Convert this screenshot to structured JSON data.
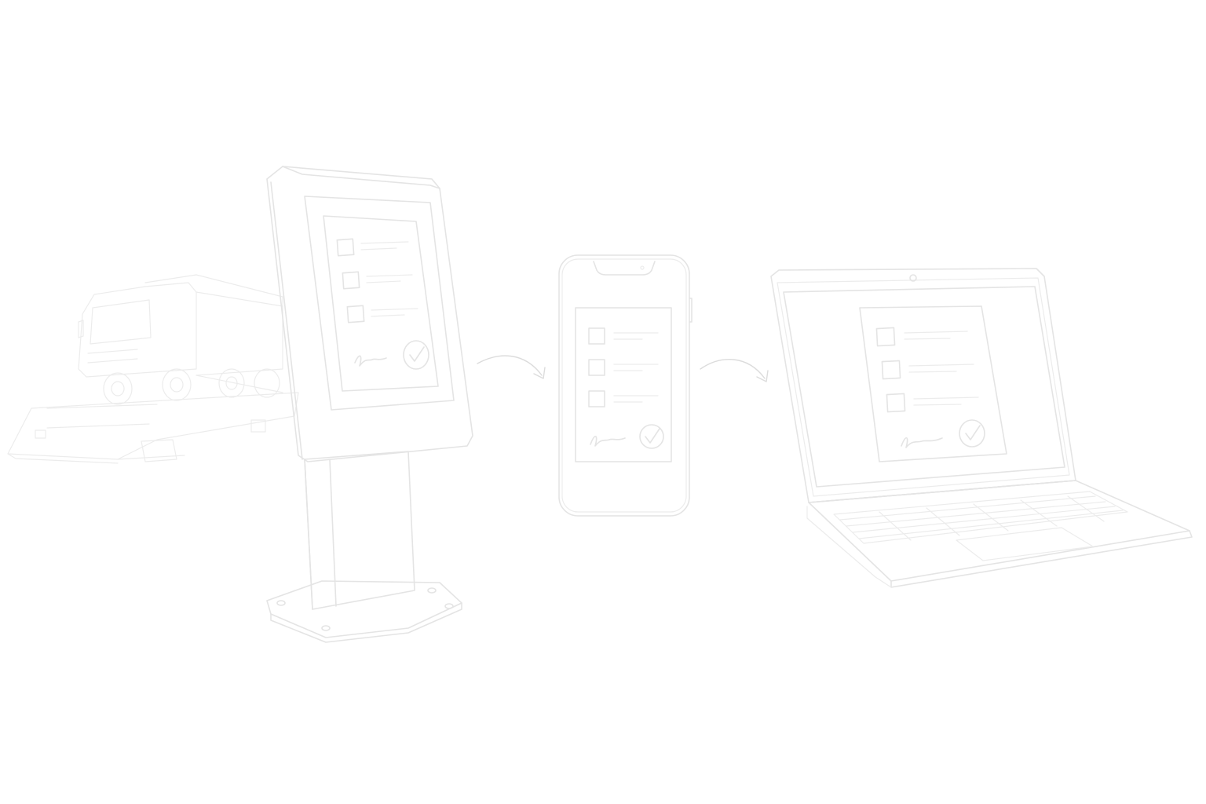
{
  "diagram": {
    "nodes": [
      {
        "id": "kiosk",
        "icon": "weighbridge-kiosk-icon"
      },
      {
        "id": "phone",
        "icon": "smartphone-icon"
      },
      {
        "id": "laptop",
        "icon": "laptop-icon"
      }
    ],
    "edges": [
      {
        "from": "kiosk",
        "to": "phone",
        "icon": "curved-arrow-icon"
      },
      {
        "from": "phone",
        "to": "laptop",
        "icon": "curved-arrow-icon"
      }
    ],
    "colors": {
      "background": "#ffffff",
      "line": "#e4e4e4"
    }
  }
}
